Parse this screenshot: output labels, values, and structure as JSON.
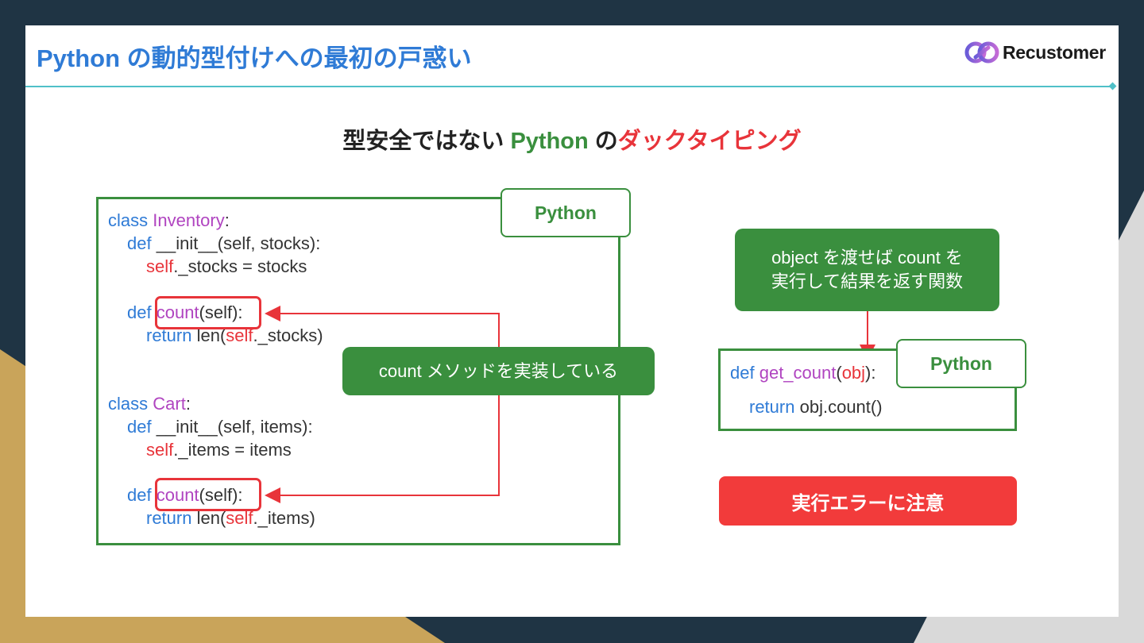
{
  "slide": {
    "title": "Python の動的型付けへの最初の戸惑い",
    "subtitle_pre": "型安全ではない ",
    "subtitle_python": "Python",
    "subtitle_mid": " の",
    "subtitle_red": "ダックタイピング"
  },
  "logo": {
    "text": "Recustomer",
    "icon": "recustomer-logo-icon"
  },
  "left_code": {
    "label": "Python",
    "l1_kw": "class",
    "l1_name": "Inventory",
    "l1_end": ":",
    "l2_kw": "def",
    "l2_rest": "__init__(self, stocks):",
    "l3_self": "self",
    "l3_rest": "._stocks = stocks",
    "l4_kw": "def",
    "l4_name": "count",
    "l4_rest": "(self):",
    "l5_kw": "return",
    "l5_a": "len(",
    "l5_self": "self",
    "l5_b": "._stocks)",
    "l6_kw": "class",
    "l6_name": "Cart",
    "l6_end": ":",
    "l7_kw": "def",
    "l7_rest": "__init__(self, items):",
    "l8_self": "self",
    "l8_rest": "._items = items",
    "l9_kw": "def",
    "l9_name": "count",
    "l9_rest": "(self):",
    "l10_kw": "return",
    "l10_a": "len(",
    "l10_self": "self",
    "l10_b": "._items)"
  },
  "callout_count": "count メソッドを実装している",
  "right_code": {
    "label": "Python",
    "l1_kw": "def",
    "l1_name": "get_count",
    "l1_open": "(",
    "l1_arg": "obj",
    "l1_close": "):",
    "l2_kw": "return",
    "l2_rest": "obj.count()"
  },
  "callout_object_line1": "object を渡せば count を",
  "callout_object_line2": "実行して結果を返す関数",
  "warning": "実行エラーに注意",
  "colors": {
    "green": "#3a8f3e",
    "red": "#e8343a",
    "blue": "#2f7bd6",
    "purple": "#b044c0",
    "accent_line": "#4fc0c8"
  }
}
